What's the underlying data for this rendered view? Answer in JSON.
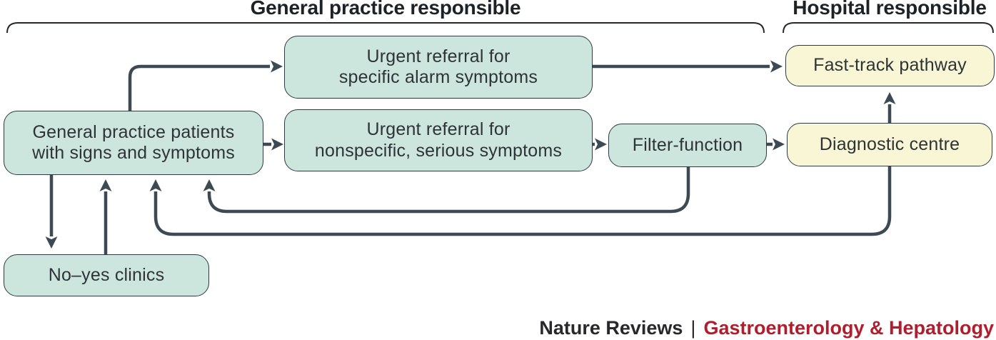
{
  "titles": {
    "general_practice": "General practice responsible",
    "hospital": "Hospital responsible"
  },
  "nodes": {
    "urgent_specific": {
      "line1": "Urgent referral for",
      "line2": "specific alarm symptoms"
    },
    "patients": {
      "line1": "General practice patients",
      "line2": "with signs and symptoms"
    },
    "urgent_nonspecific": {
      "line1": "Urgent referral for",
      "line2": "nonspecific, serious symptoms"
    },
    "filter": {
      "label": "Filter-function"
    },
    "diagnostic": {
      "label": "Diagnostic centre"
    },
    "fast_track": {
      "label": "Fast-track pathway"
    },
    "no_yes": {
      "label": "No–yes clinics"
    }
  },
  "footer": {
    "brand": "Nature Reviews",
    "separator": "|",
    "journal": "Gastroenterology & Hepatology"
  },
  "colors": {
    "node_fill_teal": "#cce6de",
    "node_fill_yellow": "#f8f6d4",
    "node_border": "#2c3a44",
    "node_text": "#2f3337",
    "arrow": "#3d4a54",
    "bracket": "#25292c",
    "title_text": "#1d2226",
    "brand_text": "#26282a",
    "journal_red": "#b01d2d",
    "background": "#ffffff"
  }
}
